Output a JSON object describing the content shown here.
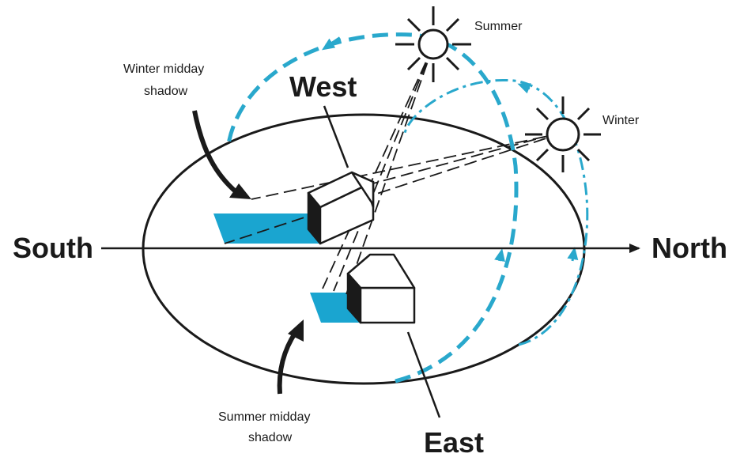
{
  "labels": {
    "south": "South",
    "north": "North",
    "west": "West",
    "east": "East",
    "summer": "Summer",
    "winter": "Winter",
    "winter_shadow_line1": "Winter midday",
    "winter_shadow_line2": "shadow",
    "summer_shadow_line1": "Summer midday",
    "summer_shadow_line2": "shadow"
  },
  "colors": {
    "sun_path": "#29a8cc",
    "shadow_fill": "#1aa5d0",
    "ink": "#1a1a1a"
  },
  "icons": {
    "summer_sun": "sun-icon",
    "winter_sun": "sun-icon",
    "house": "house-icon"
  }
}
